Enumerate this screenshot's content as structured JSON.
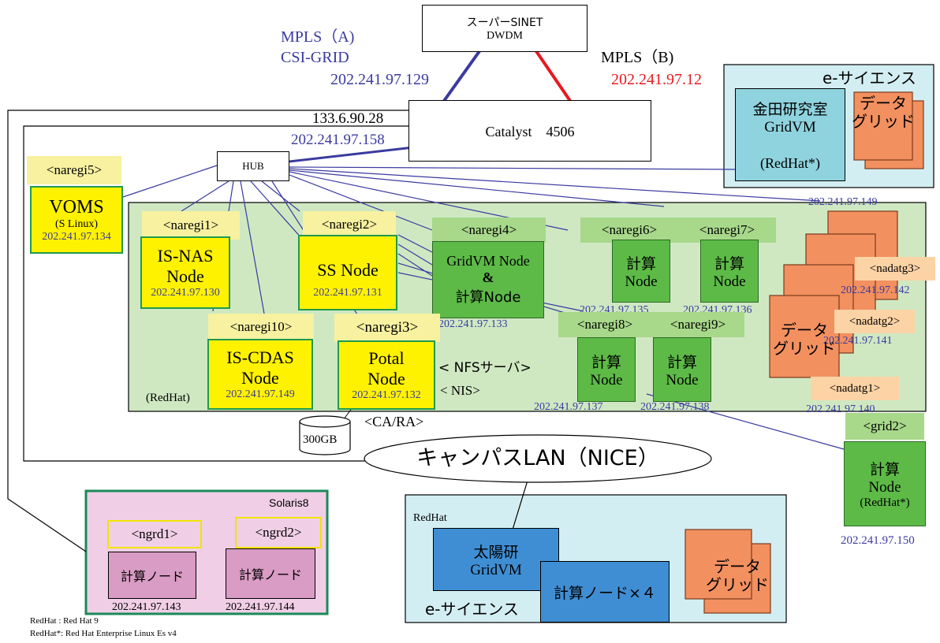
{
  "sinet": {
    "line1": "スーパーSINET",
    "line2": "DWDM"
  },
  "mpls_a": {
    "label": "MPLS（A)",
    "csi": "CSI-GRID",
    "ip": "202.241.97.129"
  },
  "mpls_b": {
    "label": "MPLS（B)",
    "ip": "202.241.97.12"
  },
  "catalyst": {
    "label": "Catalyst　4506",
    "ip_black": "133.6.90.28",
    "ip_blue": "202.241.97.158"
  },
  "hub": {
    "label": "HUB"
  },
  "escience_top": {
    "title": "e-サイエンス",
    "lab_line1": "金田研究室",
    "lab_line2": "GridVM",
    "lab_os": "(RedHat*)",
    "grid_line1": "データ",
    "grid_line2": "グリッド"
  },
  "naregi5": {
    "tag": "<naregi5>",
    "title": "VOMS",
    "os": "(S Linux)",
    "ip": "202.241.97.134"
  },
  "cluster": {
    "os": "(RedHat)"
  },
  "naregi1": {
    "tag": "<naregi1>",
    "line1": "IS-NAS",
    "line2": "Node",
    "ip": "202.241.97.130"
  },
  "naregi2": {
    "tag": "<naregi2>",
    "line1": "SS Node",
    "ip": "202.241.97.131"
  },
  "naregi4": {
    "tag": "<naregi4>",
    "line1": "GridVM Node",
    "line2": "&",
    "line3": "計算Node",
    "ip": "202.241.97.133"
  },
  "naregi6": {
    "tag": "<naregi6>",
    "line1": "計算",
    "line2": "Node",
    "ip": "202.241.97.135"
  },
  "naregi7": {
    "tag": "<naregi7>",
    "line1": "計算",
    "line2": "Node",
    "ip": "202.241.97.136"
  },
  "naregi10": {
    "tag": "<naregi10>",
    "line1": "IS-CDAS",
    "line2": "Node",
    "ip": "202.241.97.149"
  },
  "naregi3": {
    "tag": "<naregi3>",
    "line1": "Potal",
    "line2": "Node",
    "ip": "202.241.97.132",
    "nfs": "< NFSサーバ>",
    "nis": "< NIS>",
    "cara": "<CA/RA>",
    "disk": "300GB"
  },
  "naregi8": {
    "tag": "<naregi8>",
    "line1": "計算",
    "line2": "Node",
    "ip": "202.241.97.137"
  },
  "naregi9": {
    "tag": "<naregi9>",
    "line1": "計算",
    "line2": "Node",
    "ip": "202.241.97.138"
  },
  "datagrid": {
    "ip_top": "202.241.97.149",
    "nadatg3": "<nadatg3>",
    "ip3": "202.241.97.142",
    "nadatg2": "<nadatg2>",
    "ip2": "202.241.97.141",
    "nadatg1": "<nadatg1>",
    "ip1": "202.241.97.140",
    "line1": "データ",
    "line2": "グリッド"
  },
  "grid2": {
    "tag": "<grid2>",
    "line1": "計算",
    "line2": "Node",
    "line3": "(RedHat*)",
    "ip": "202.241.97.150"
  },
  "campus": {
    "label": "キャンパスLAN（NICE）"
  },
  "solaris": {
    "title": "Solaris8",
    "ngrd1": "<ngrd1>",
    "ngrd2": "<ngrd2>",
    "node_label": "計算ノード",
    "ip1": "202.241.97.143",
    "ip2": "202.241.97.144"
  },
  "escience_bottom": {
    "os": "RedHat",
    "lab_line1": "太陽研",
    "lab_line2": "GridVM",
    "nodes": "計算ノード×４",
    "title": "e-サイエンス",
    "grid_line1": "データ",
    "grid_line2": "グリッド"
  },
  "notes": {
    "line1": "RedHat : Red Hat 9",
    "line2": "RedHat*: Red Hat Enterprise Linux Es v4"
  },
  "colors": {
    "line_blue": "#3a3aa0",
    "line_red": "#e8191f",
    "cluster_bg": "#cfe8c2",
    "panel_blue": "#d3eef2",
    "solaris_bg": "#f0cfe6",
    "yellow": "#fff200",
    "green": "#5dba47",
    "orange": "#f29060"
  }
}
